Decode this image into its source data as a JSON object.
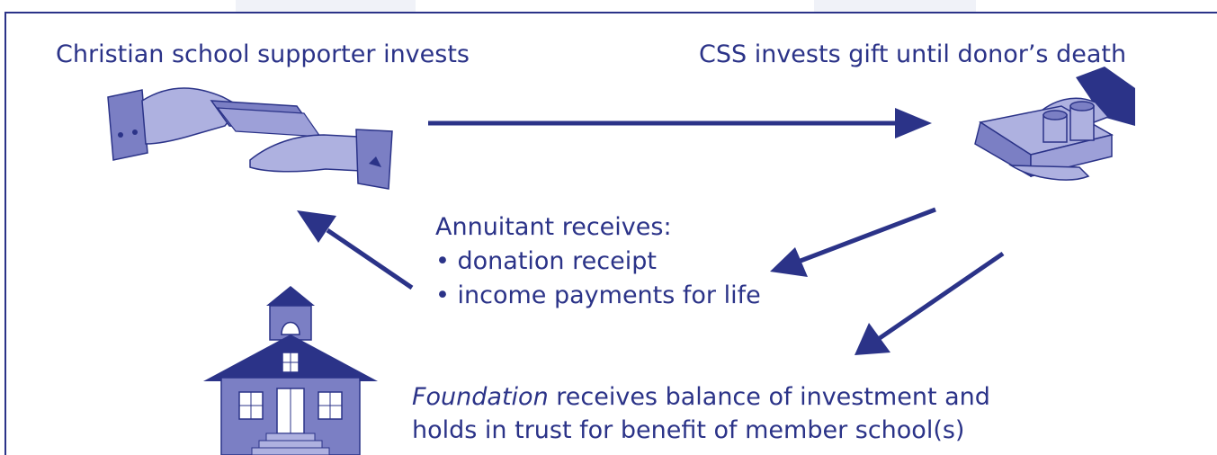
{
  "diagram": {
    "step_supporter": "Christian school supporter invests",
    "step_css": "CSS invests gift until donor’s death",
    "annuitant": {
      "heading": "Annuitant receives:",
      "items": [
        "• donation receipt",
        "• income payments for life"
      ]
    },
    "foundation": {
      "emphasis": "Foundation",
      "line1_rest": " receives balance of investment and",
      "line2": "holds in trust for benefit of member school(s)"
    }
  },
  "colors": {
    "primary": "#2b3388",
    "illustration": "#7b7fc4",
    "illustration_light": "#aeb1e0",
    "frame": "#2b3388"
  },
  "icons": [
    "handshake-money-icon",
    "money-stack-coins-icon",
    "schoolhouse-icon"
  ]
}
